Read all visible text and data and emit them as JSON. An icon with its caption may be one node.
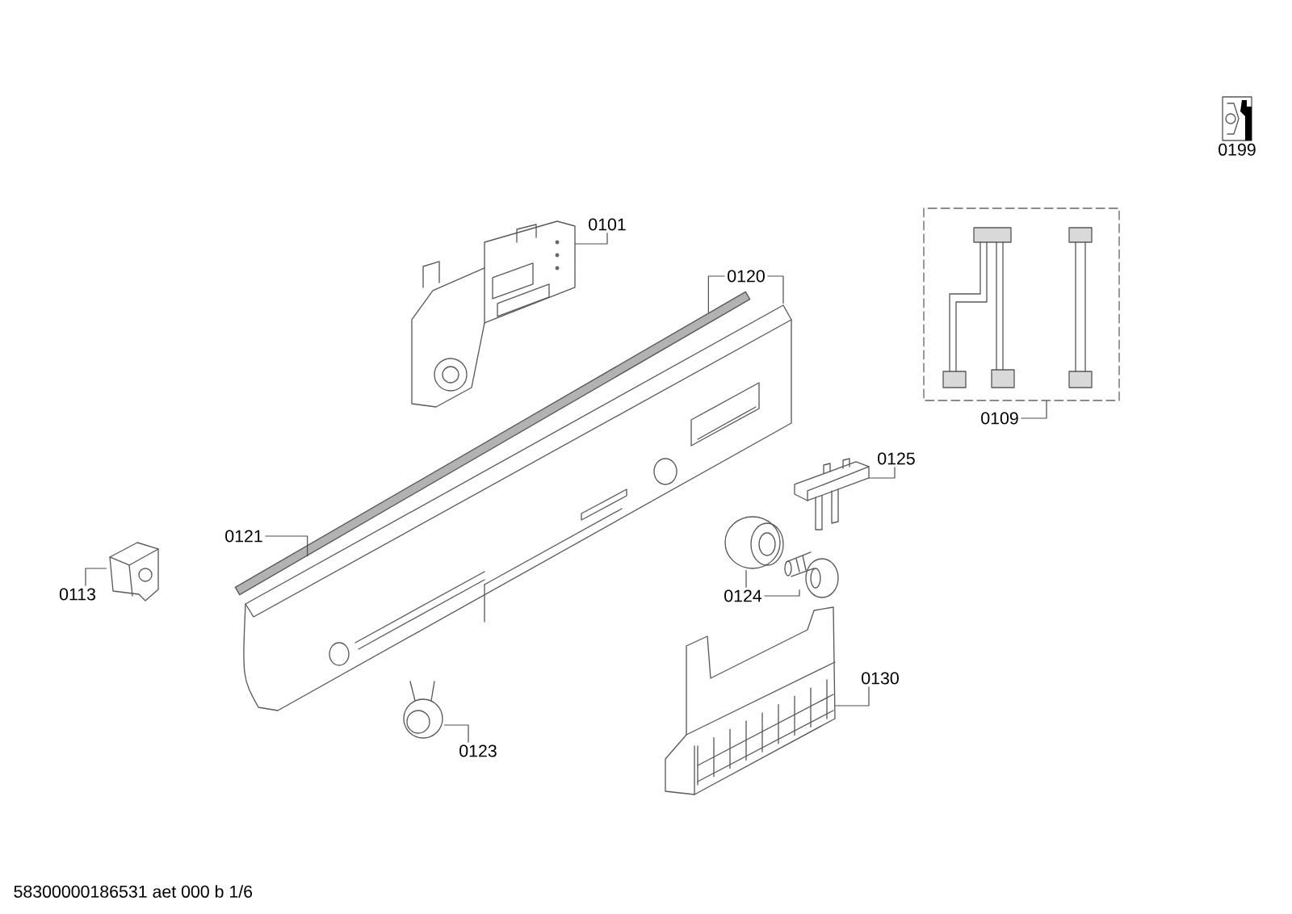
{
  "diagram": {
    "nodes": [
      {
        "text": [],
        "shape": "picture",
        "beside": [
          "0199"
        ]
      },
      {
        "text": [
          "0101"
        ]
      },
      {
        "text": [],
        "shape": "picture"
      },
      {
        "text": [
          "0120"
        ]
      },
      {
        "text": [
          "0109"
        ]
      },
      {
        "text": [],
        "shape": "picture"
      },
      {
        "text": [],
        "shape": "picture"
      },
      {
        "text": [],
        "shape": "picture"
      },
      {
        "text": [
          "0125"
        ]
      },
      {
        "text": [],
        "shape": "picture"
      },
      {
        "text": [
          "0121"
        ]
      },
      {
        "text": [
          "0113"
        ]
      },
      {
        "text": [],
        "shape": "picture"
      },
      {
        "text": [],
        "shape": "picture"
      },
      {
        "text": [],
        "shape": "picture"
      },
      {
        "text": [
          "0124"
        ]
      },
      {
        "text": [
          "0130"
        ]
      },
      {
        "text": [],
        "shape": "picture"
      },
      {
        "text": [],
        "shape": "picture"
      },
      {
        "text": [
          "0123"
        ]
      }
    ],
    "edges": [
      {
        "from": 1,
        "to": 2,
        "arrow": "none"
      },
      {
        "from": 3,
        "to": 6,
        "arrow": "none"
      },
      {
        "from": 3,
        "to": 7,
        "arrow": "none"
      },
      {
        "from": 4,
        "to": 5,
        "arrow": "none"
      },
      {
        "from": 8,
        "to": 9,
        "arrow": "none"
      },
      {
        "from": 10,
        "to": 6,
        "arrow": "none"
      },
      {
        "from": 11,
        "to": 12,
        "arrow": "none"
      },
      {
        "from": 15,
        "to": 13,
        "arrow": "none"
      },
      {
        "from": 15,
        "to": 14,
        "arrow": "none"
      },
      {
        "from": 16,
        "to": 17,
        "arrow": "none"
      },
      {
        "from": 19,
        "to": 18,
        "arrow": "none"
      }
    ],
    "labels": [
      "58300000186531 aet 000 b 1/6"
    ]
  }
}
